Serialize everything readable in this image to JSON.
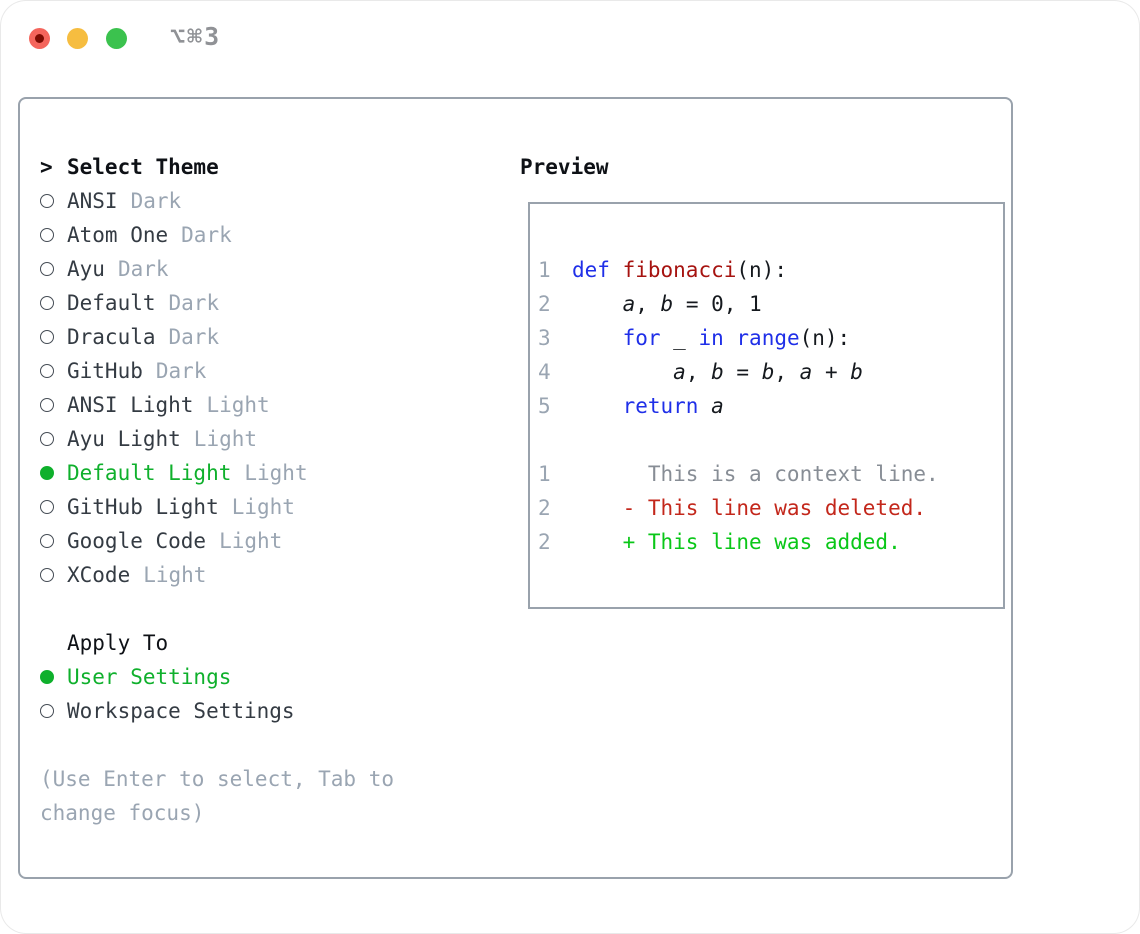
{
  "titlebar": {
    "shortcut_label": "⌥⌘3"
  },
  "theme_picker": {
    "prompt": ">",
    "title": "Select Theme",
    "themes": [
      {
        "name": "ANSI",
        "badge": "Dark",
        "selected": false
      },
      {
        "name": "Atom One",
        "badge": "Dark",
        "selected": false
      },
      {
        "name": "Ayu",
        "badge": "Dark",
        "selected": false
      },
      {
        "name": "Default",
        "badge": "Dark",
        "selected": false
      },
      {
        "name": "Dracula",
        "badge": "Dark",
        "selected": false
      },
      {
        "name": "GitHub",
        "badge": "Dark",
        "selected": false
      },
      {
        "name": "ANSI Light",
        "badge": "Light",
        "selected": false
      },
      {
        "name": "Ayu Light",
        "badge": "Light",
        "selected": false
      },
      {
        "name": "Default Light",
        "badge": "Light",
        "selected": true
      },
      {
        "name": "GitHub Light",
        "badge": "Light",
        "selected": false
      },
      {
        "name": "Google Code",
        "badge": "Light",
        "selected": false
      },
      {
        "name": "XCode",
        "badge": "Light",
        "selected": false
      }
    ],
    "apply_to": {
      "title": "Apply To",
      "options": [
        {
          "name": "User Settings",
          "selected": true
        },
        {
          "name": "Workspace Settings",
          "selected": false
        }
      ]
    },
    "help_text": "(Use Enter to select, Tab to change focus)"
  },
  "preview": {
    "title": "Preview",
    "code_lines": [
      {
        "num": "1",
        "tokens": [
          [
            "def",
            "kw"
          ],
          [
            " ",
            ""
          ],
          [
            "fibonacci",
            "fn"
          ],
          [
            "(n):",
            ""
          ]
        ]
      },
      {
        "num": "2",
        "tokens": [
          [
            "    ",
            ""
          ],
          [
            "a",
            "var"
          ],
          [
            ", ",
            ""
          ],
          [
            "b",
            "var"
          ],
          [
            " = 0, 1",
            ""
          ]
        ]
      },
      {
        "num": "3",
        "tokens": [
          [
            "    ",
            ""
          ],
          [
            "for",
            "kw"
          ],
          [
            " _ ",
            ""
          ],
          [
            "in",
            "kw"
          ],
          [
            " ",
            ""
          ],
          [
            "range",
            "kw"
          ],
          [
            "(n):",
            ""
          ]
        ]
      },
      {
        "num": "4",
        "tokens": [
          [
            "        ",
            ""
          ],
          [
            "a",
            "var"
          ],
          [
            ", ",
            ""
          ],
          [
            "b",
            "var"
          ],
          [
            " = ",
            ""
          ],
          [
            "b",
            "var"
          ],
          [
            ", ",
            ""
          ],
          [
            "a",
            "var"
          ],
          [
            " + ",
            ""
          ],
          [
            "b",
            "var"
          ]
        ]
      },
      {
        "num": "5",
        "tokens": [
          [
            "    ",
            ""
          ],
          [
            "return",
            "kw"
          ],
          [
            " ",
            ""
          ],
          [
            "a",
            "var"
          ]
        ]
      },
      {
        "num": "",
        "tokens": []
      },
      {
        "num": "1",
        "tokens": [
          [
            "      This is a context line.",
            "ctx"
          ]
        ]
      },
      {
        "num": "2",
        "tokens": [
          [
            "    - This line was deleted.",
            "del"
          ]
        ]
      },
      {
        "num": "2",
        "tokens": [
          [
            "    + This line was added.",
            "add"
          ]
        ]
      }
    ]
  },
  "colors": {
    "selection_green": "#0fb02c",
    "keyword_blue": "#1f2fe8",
    "function_red": "#a61310",
    "diff_deleted_red": "#c3271b",
    "diff_added_green": "#0ac718",
    "context_gray": "#878d95",
    "muted_gray": "#9aa5b2",
    "border_gray": "#99a2ac",
    "text_dark": "#343b43",
    "heading_black": "#0e1116",
    "traffic_red": "#f4655c",
    "traffic_red_dot": "#7c0b02",
    "traffic_yellow": "#f6bd40",
    "traffic_green": "#3bc24e",
    "title_gray": "#909296"
  }
}
